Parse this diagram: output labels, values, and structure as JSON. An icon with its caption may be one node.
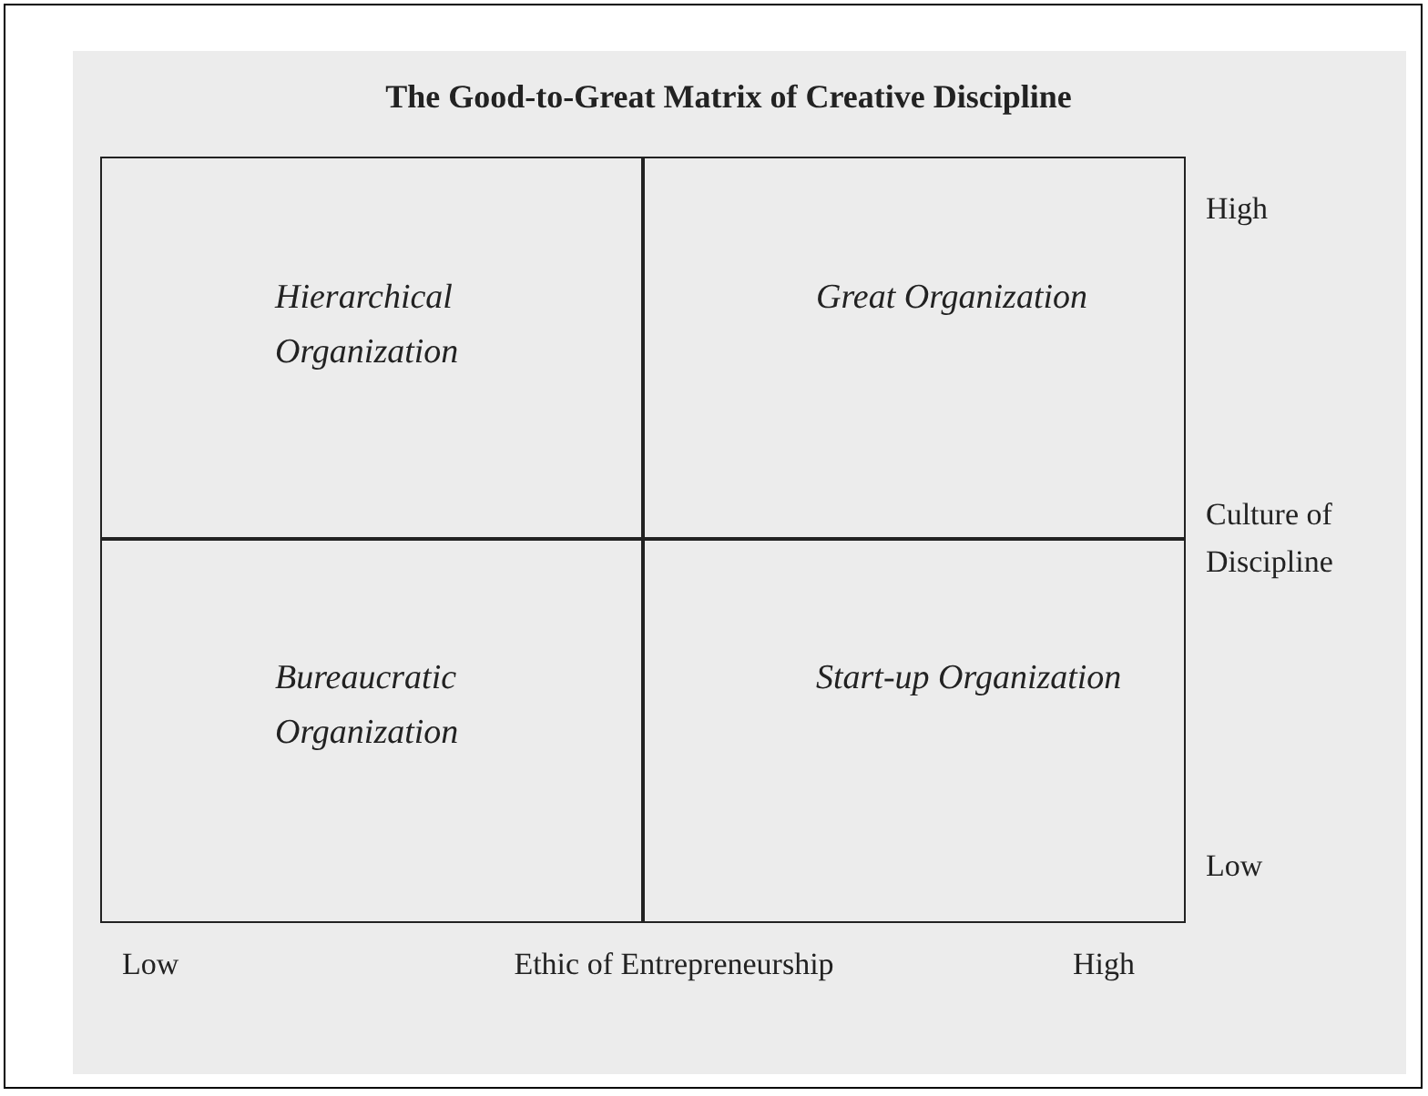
{
  "diagram": {
    "title": "The Good-to-Great Matrix of Creative Discipline",
    "nodes": [
      {
        "text": [
          "Hierarchical Organization"
        ]
      },
      {
        "text": [
          "Great Organization"
        ]
      },
      {
        "text": [
          "Bureaucratic Organization"
        ]
      },
      {
        "text": [
          "Start-up Organization"
        ]
      }
    ],
    "edges": [],
    "labels": [
      "High",
      "Culture of Discipline",
      "Low",
      "Low",
      "Ethic of Entrepreneurship",
      "High"
    ]
  }
}
